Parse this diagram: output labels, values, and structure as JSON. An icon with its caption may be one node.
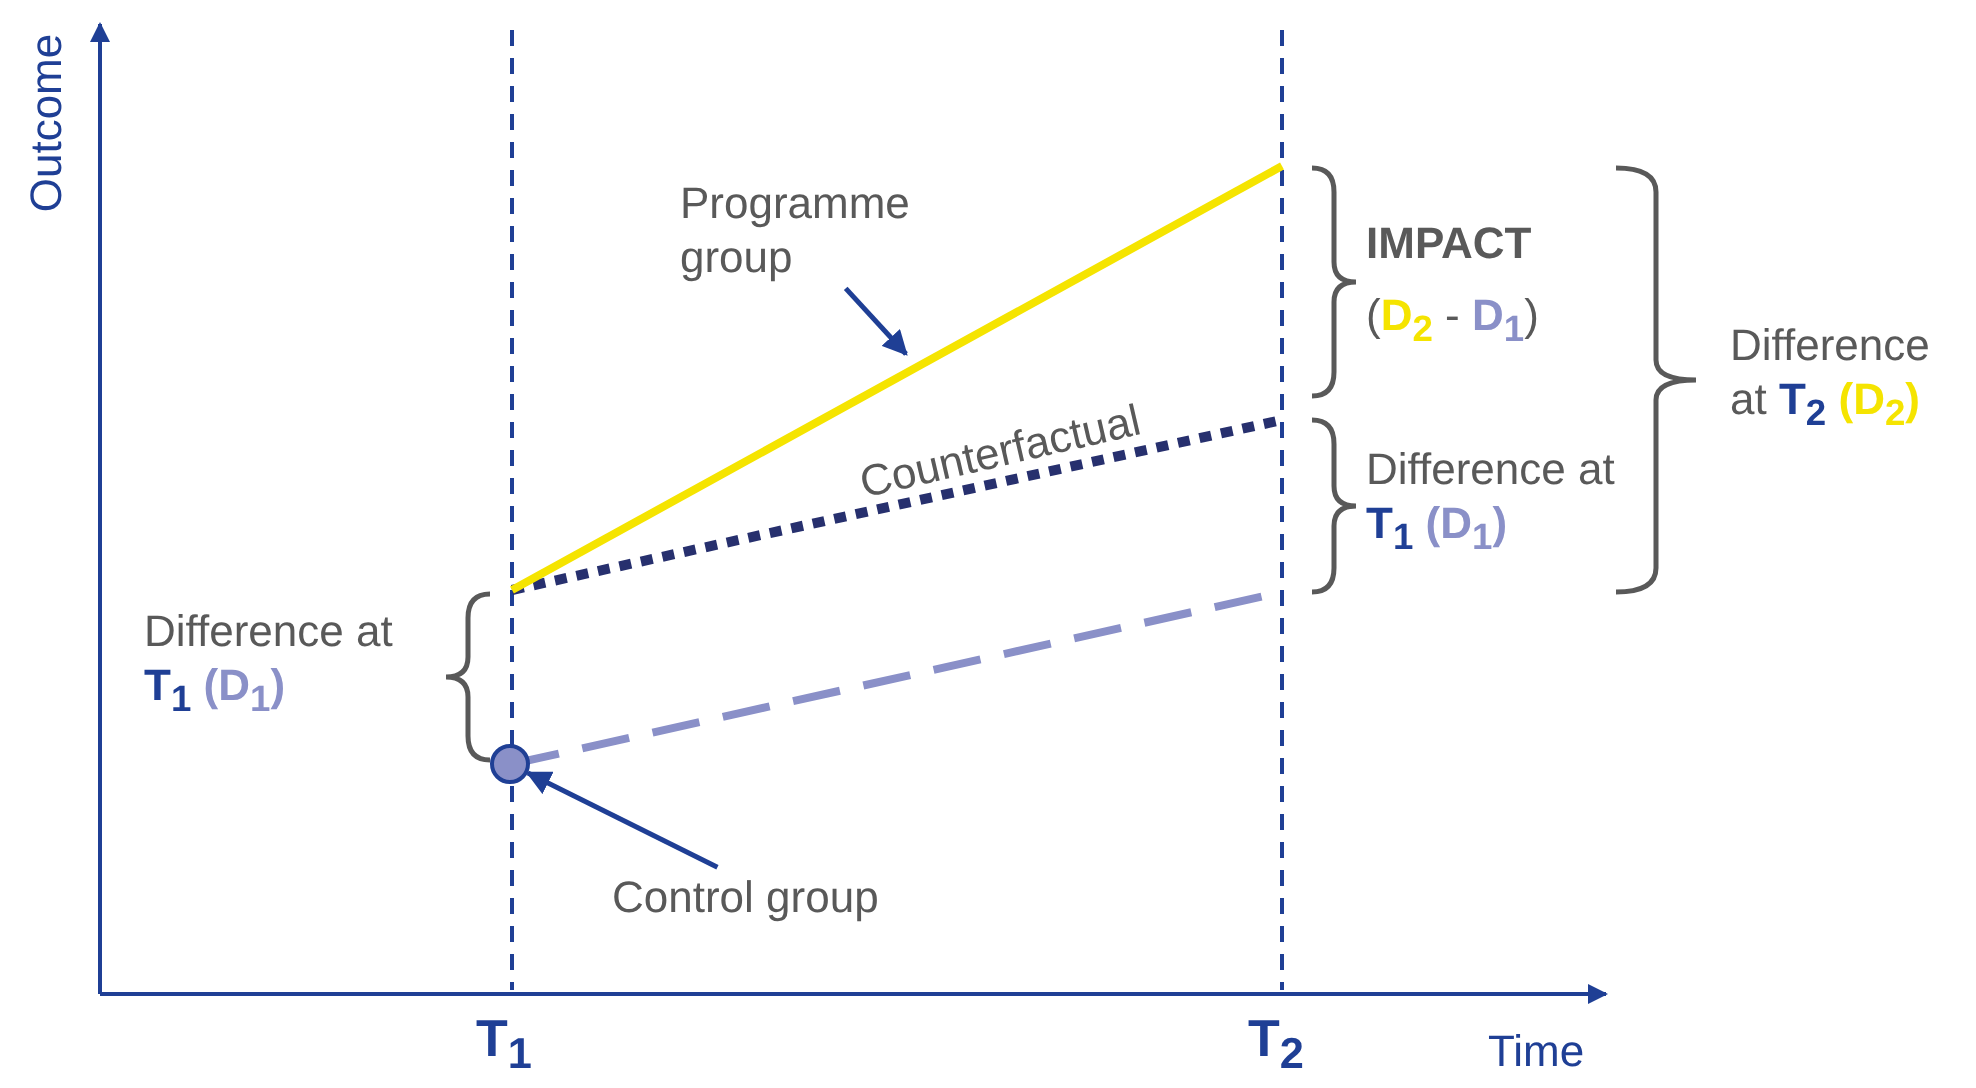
{
  "diagram": {
    "nodes": [
      {
        "text": [
          "Programme group"
        ]
      },
      {
        "text": [
          "Control group"
        ]
      },
      {
        "text": [],
        "shape": "circle"
      }
    ],
    "edges": [
      {
        "from": 0,
        "to": null,
        "arrow": "to"
      },
      {
        "from": 1,
        "to": 2,
        "arrow": "to"
      }
    ],
    "labels": [
      "Outcome",
      "Counterfactual",
      "IMPACT",
      "(**D$_{2}$** - **D$_{1}$**)",
      "Difference at **T$_{2}$** **(D$_{2}$)**",
      "Difference at **T$_{1}$** **(D$_{1}$)**",
      "Difference at **T$_{1}$** **(D$_{1}$)**",
      "T$_{1}$",
      "T$_{2}$",
      "Time"
    ]
  }
}
